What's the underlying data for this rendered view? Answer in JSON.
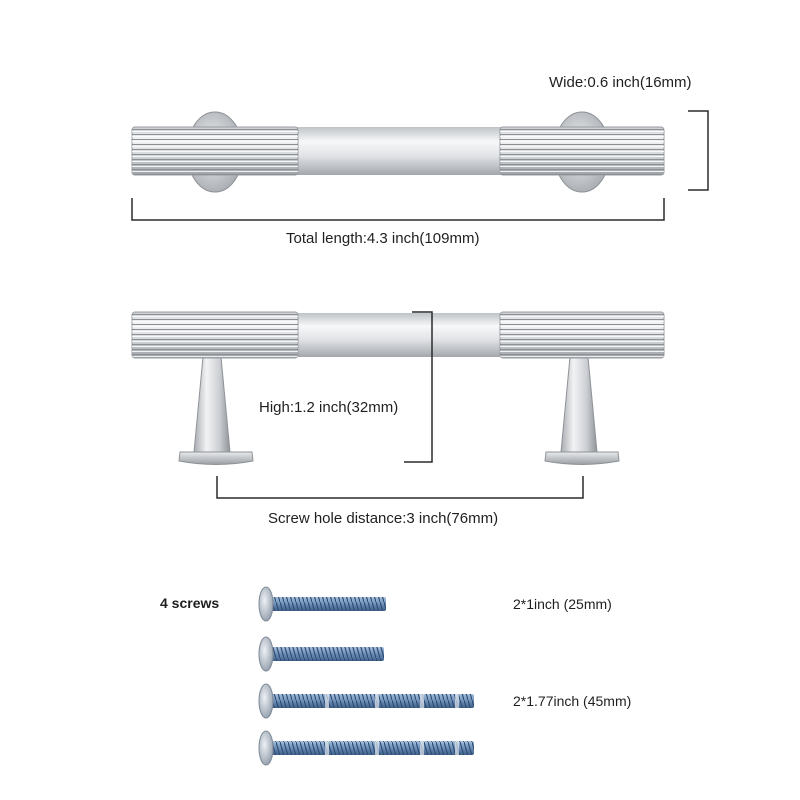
{
  "top_view": {
    "width_label": "Wide:0.6 inch(16mm)",
    "length_label": "Total length:4.3 inch(109mm)"
  },
  "side_view": {
    "height_label": "High:1.2 inch(32mm)",
    "hole_distance_label": "Screw hole distance:3 inch(76mm)"
  },
  "screws": {
    "title": "4 screws",
    "short_label": "2*1inch (25mm)",
    "long_label": "2*1.77inch (45mm)"
  },
  "colors": {
    "metal_light": "#eceef0",
    "metal_dark": "#9a9ea3",
    "screw_blue": "#6d8fb8",
    "line": "#2b2b2b"
  }
}
